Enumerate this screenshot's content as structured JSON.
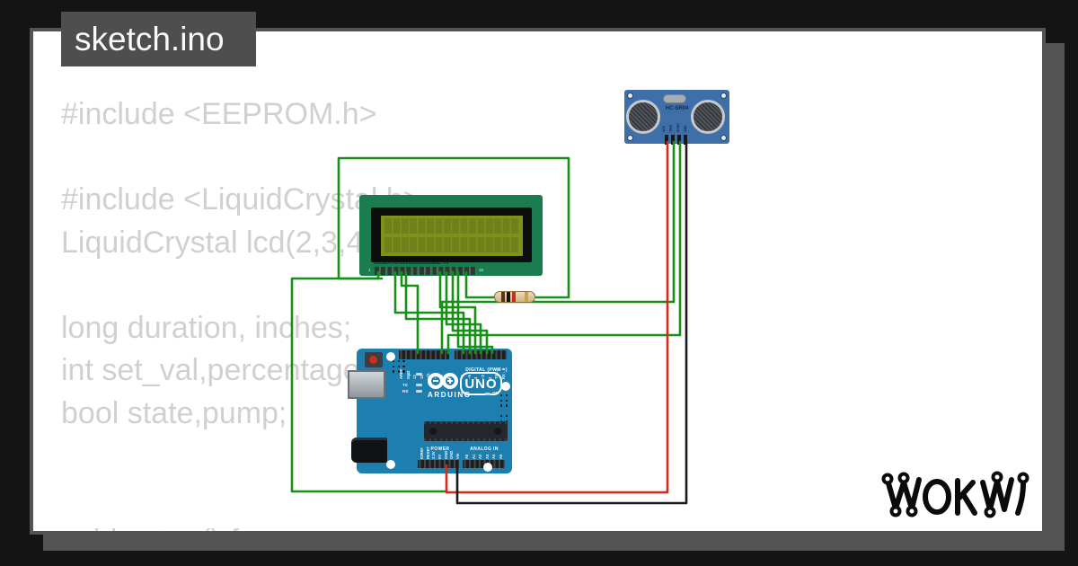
{
  "tab": {
    "title": "sketch.ino"
  },
  "code": {
    "lines": [
      "#include <EEPROM.h>",
      "",
      "#include <LiquidCrystal.h>",
      "LiquidCrystal lcd(2,3,4,",
      "",
      "long duration, inches;",
      "int set_val,percentage",
      "bool state,pump;",
      "",
      "",
      "void setup() {"
    ]
  },
  "lcd": {
    "pin_labels": "VSSGNDVO RS RW E D0D1D2D3D4D5D6D7 A  K",
    "pin_first": "1",
    "pin_last": "16"
  },
  "uno": {
    "digital_label": "DIGITAL (PWM ~)",
    "digital_pins": [
      "AREF",
      "GND",
      "13",
      "12",
      "~11",
      "~10",
      "~9",
      "8",
      "7",
      "~6",
      "~5",
      "4",
      "~3",
      "2",
      "TX→1",
      "RX←0"
    ],
    "power_label": "POWER",
    "power_pins": [
      "IOREF",
      "RESET",
      "3.3V",
      "5V",
      "GND",
      "GND",
      "Vin"
    ],
    "analog_label": "ANALOG IN",
    "analog_pins": [
      "A0",
      "A1",
      "A2",
      "A3",
      "A4",
      "A5"
    ],
    "brand": "ARDUINO",
    "model": "UNO",
    "on_label": "ON",
    "led_labels": [
      "L",
      "TX",
      "RX"
    ]
  },
  "sensor": {
    "label": "HC-SR04",
    "pins": [
      "VCC",
      "TRIG",
      "ECHO",
      "GND"
    ]
  },
  "logo": {
    "text": "WOKWI"
  },
  "colors": {
    "background": "#141414",
    "frame": "#545454",
    "canvas": "#ffffff",
    "tab-bg": "#4e4e4e",
    "code-text": "#d0d0d0",
    "wire-green": "#169116",
    "wire-red": "#d92818",
    "wire-black": "#1a1a1a",
    "uno-blue": "#1d7fb0",
    "sensor-blue": "#3f6fa8",
    "lcd-green": "#1b7d4f",
    "lcd-screen": "#7f911d"
  }
}
